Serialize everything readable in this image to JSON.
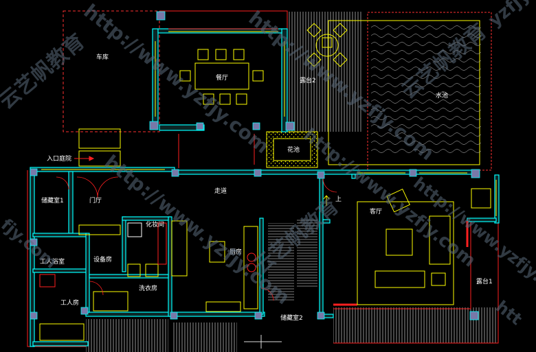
{
  "rooms": {
    "garage": "车库",
    "dining": "餐厅",
    "terrace2": "露台2",
    "pool": "水池",
    "entry_court": "入口庭院",
    "planter": "花池",
    "corridor": "走道",
    "storage1": "储藏室1",
    "foyer": "门厅",
    "powder": "化妆间",
    "up": "上",
    "living": "客厅",
    "maid_bath": "工人浴室",
    "equipment": "设备房",
    "kitchen": "厨房",
    "terrace1": "露台1",
    "laundry": "洗衣房",
    "maid_room": "工人房",
    "storage2": "储藏室2"
  },
  "watermarks": {
    "url": "http://www.yzfjy.com",
    "brand": "云艺帆教育",
    "fragment_top_right": "yzfjy",
    "fragment_left": "fjy.com",
    "fragment_bottom_right": "htt"
  },
  "colors": {
    "background": "#000000",
    "wall": "#00ffff",
    "wall_fill": "#1a3a3a",
    "furniture": "#ffff00",
    "outline": "#ff0000",
    "accent": "#ff00ff",
    "hatch": "#ffffff",
    "text": "#ffffff"
  }
}
